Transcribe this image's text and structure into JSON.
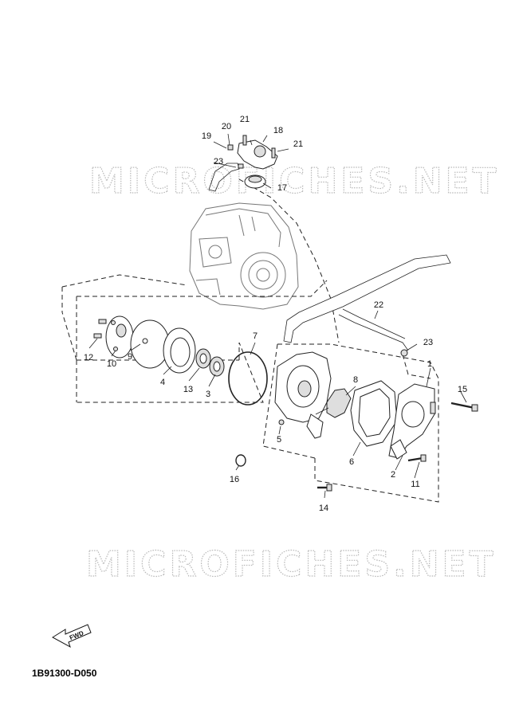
{
  "watermark": "MICROFICHES.NET",
  "diagram_code": "1B91300-D050",
  "fwd_arrow_label": "FWD",
  "callouts": [
    "1",
    "2",
    "3",
    "4",
    "5",
    "6",
    "7",
    "8",
    "9",
    "10",
    "11",
    "12",
    "13",
    "14",
    "15",
    "16",
    "17",
    "18",
    "19",
    "20",
    "21",
    "21",
    "22",
    "23",
    "23"
  ]
}
